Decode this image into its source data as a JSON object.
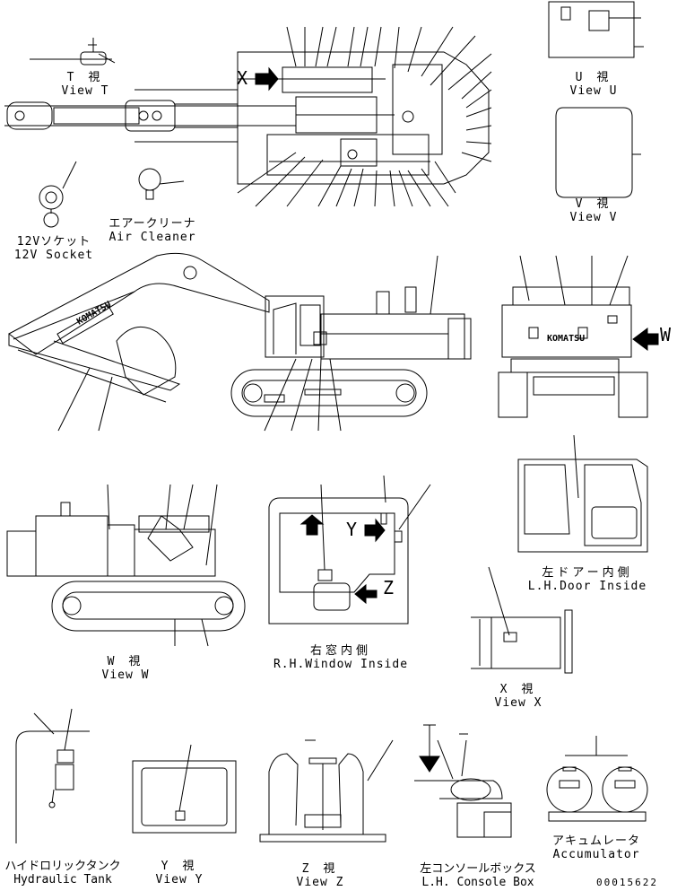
{
  "views": {
    "view_t": {
      "jp": "T 視",
      "en": "View T"
    },
    "view_u": {
      "jp": "U 視",
      "en": "View U"
    },
    "view_v": {
      "jp": "V 視",
      "en": "View V"
    },
    "view_w": {
      "jp": "W 視",
      "en": "View W"
    },
    "view_x": {
      "jp": "X 視",
      "en": "View X"
    },
    "view_y": {
      "jp": "Y 視",
      "en": "View Y"
    },
    "view_z": {
      "jp": "Z 視",
      "en": "View Z"
    }
  },
  "parts": {
    "socket": {
      "jp": "12Vソケット",
      "en": "12V Socket"
    },
    "air_cleaner": {
      "jp": "エアークリーナ",
      "en": "Air Cleaner"
    },
    "rh_window": {
      "jp": "右窓内側",
      "en": "R.H.Window Inside"
    },
    "lh_door": {
      "jp": "左ドアー内側",
      "en": "L.H.Door Inside"
    },
    "hydraulic_tank": {
      "jp": "ハイドロリックタンク",
      "en": "Hydraulic Tank"
    },
    "console_box": {
      "jp": "左コンソールボックス",
      "en": "L.H. Console Box"
    },
    "accumulator": {
      "jp": "アキュムレータ",
      "en": "Accumulator"
    }
  },
  "markers": {
    "x": "X",
    "y": "Y",
    "z": "Z",
    "w": "W"
  },
  "brand": "KOMATSU",
  "drawing_number": "00015622"
}
